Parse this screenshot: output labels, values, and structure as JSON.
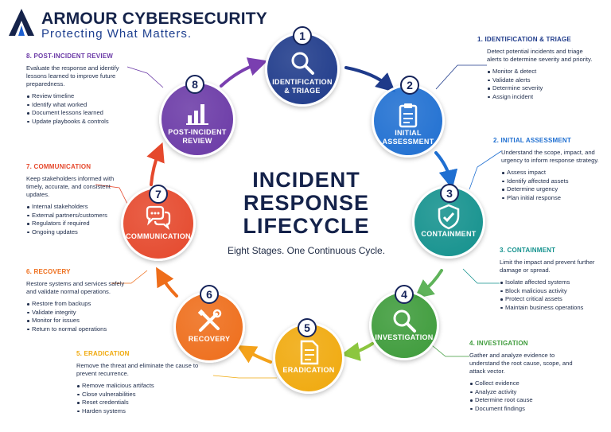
{
  "brand": {
    "name": "ARMOUR CYBERSECURITY",
    "tagline": "Protecting What Matters."
  },
  "title_lines": [
    "INCIDENT",
    "RESPONSE",
    "LIFECYCLE"
  ],
  "subtitle": "Eight Stages. One Continuous Cycle.",
  "stages": [
    {
      "num": "1",
      "label": "IDENTIFICATION\n& TRIAGE",
      "color": "#1e3a8a",
      "icon": "magnifier-icon"
    },
    {
      "num": "2",
      "label": "INITIAL\nASSESSMENT",
      "color": "#1f6fd1",
      "icon": "clipboard-icon"
    },
    {
      "num": "3",
      "label": "CONTAINMENT",
      "color": "#13918d",
      "icon": "shield-check-icon"
    },
    {
      "num": "4",
      "label": "INVESTIGATION",
      "color": "#3d9b3a",
      "icon": "magnifier-icon"
    },
    {
      "num": "5",
      "label": "ERADICATION",
      "color": "#f0a90c",
      "icon": "document-icon"
    },
    {
      "num": "6",
      "label": "RECOVERY",
      "color": "#ee6d1a",
      "icon": "tools-icon"
    },
    {
      "num": "7",
      "label": "COMMUNICATION",
      "color": "#e5482c",
      "icon": "chat-bubbles-icon"
    },
    {
      "num": "8",
      "label": "POST-INCIDENT\nREVIEW",
      "color": "#6a39a6",
      "icon": "bar-chart-icon"
    }
  ],
  "panels": {
    "p1": {
      "heading": "1. IDENTIFICATION & TRIAGE",
      "color": "#1e3a8a",
      "desc": "Detect potential incidents and triage alerts to determine severity and priority.",
      "items": [
        "Monitor & detect",
        "Validate alerts",
        "Determine severity",
        "Assign incident"
      ]
    },
    "p2": {
      "heading": "2. INITIAL ASSESSMENT",
      "color": "#1f6fd1",
      "desc": "Understand the scope, impact, and urgency to inform response strategy.",
      "items": [
        "Assess impact",
        "Identify affected assets",
        "Determine urgency",
        "Plan initial response"
      ]
    },
    "p3": {
      "heading": "3. CONTAINMENT",
      "color": "#13918d",
      "desc": "Limit the impact and prevent further damage or spread.",
      "items": [
        "Isolate affected systems",
        "Block malicious activity",
        "Protect critical assets",
        "Maintain business operations"
      ]
    },
    "p4": {
      "heading": "4. INVESTIGATION",
      "color": "#3d9b3a",
      "desc": "Gather and analyze evidence to understand the root cause, scope, and attack vector.",
      "items": [
        "Collect evidence",
        "Analyze activity",
        "Determine root cause",
        "Document findings"
      ]
    },
    "p5": {
      "heading": "5. ERADICATION",
      "color": "#f0a90c",
      "desc": "Remove the threat and eliminate the cause to prevent recurrence.",
      "items": [
        "Remove malicious artifacts",
        "Close vulnerabilities",
        "Reset credentials",
        "Harden systems"
      ]
    },
    "p6": {
      "heading": "6. RECOVERY",
      "color": "#ee6d1a",
      "desc": "Restore systems and services safely and validate normal operations.",
      "items": [
        "Restore from backups",
        "Validate integrity",
        "Monitor for issues",
        "Return to normal operations"
      ]
    },
    "p7": {
      "heading": "7. COMMUNICATION",
      "color": "#e5482c",
      "desc": "Keep stakeholders informed with timely, accurate, and consistent updates.",
      "items": [
        "Internal stakeholders",
        "External partners/customers",
        "Regulators if required",
        "Ongoing updates"
      ]
    },
    "p8": {
      "heading": "8. POST-INCIDENT REVIEW",
      "color": "#6a39a6",
      "desc": "Evaluate the response and identify lessons learned to improve future preparedness.",
      "items": [
        "Review timeline",
        "Identify what worked",
        "Document lessons learned",
        "Update playbooks & controls"
      ]
    }
  }
}
